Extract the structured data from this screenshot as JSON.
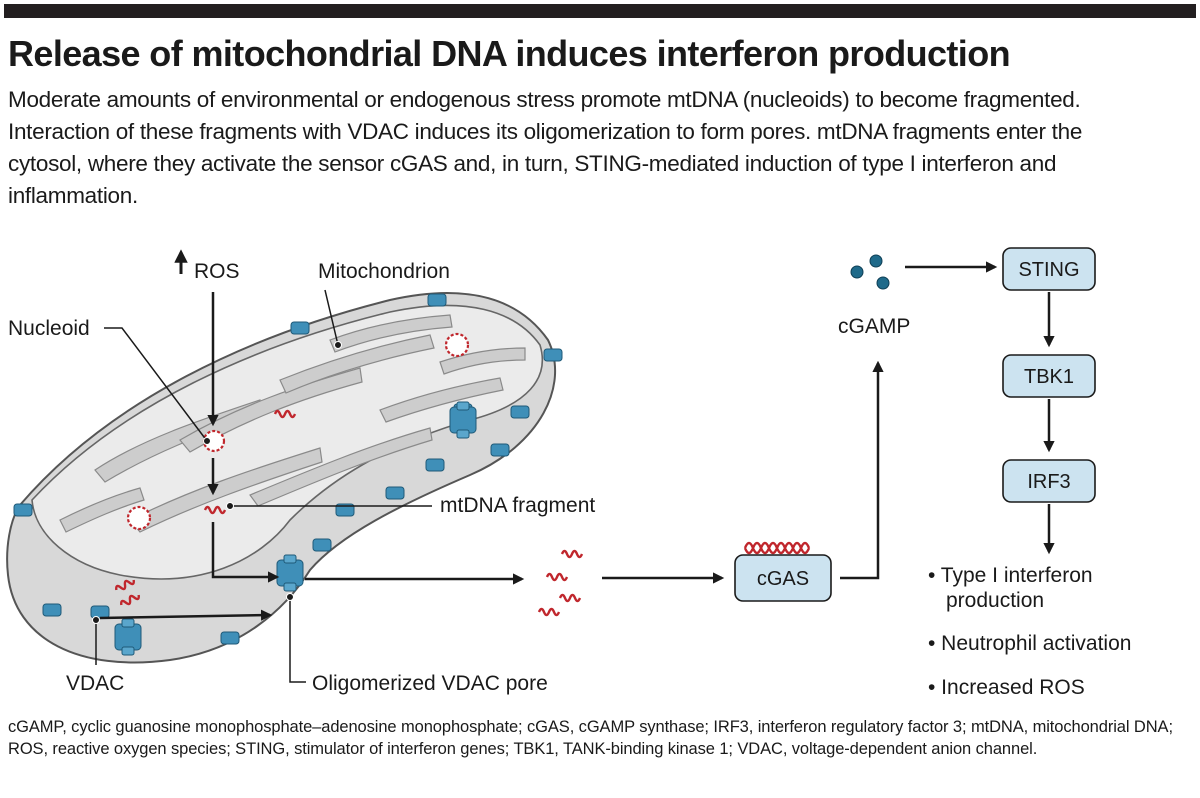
{
  "title": "Release of mitochondrial DNA induces interferon production",
  "subtitle": "Moderate amounts of environmental or endogenous stress promote mtDNA (nucleoids) to become fragmented. Interaction of these fragments with VDAC induces its oligomerization to form pores. mtDNA fragments enter the cytosol, where they activate the sensor cGAS and, in turn, STING-mediated induction of type I interferon and inflammation.",
  "labels": {
    "ros": "ROS",
    "mitochondrion": "Mitochondrion",
    "nucleoid": "Nucleoid",
    "mtdna_fragment": "mtDNA fragment",
    "vdac": "VDAC",
    "oligomerized_vdac_pore": "Oligomerized VDAC pore",
    "cgamp": "cGAMP",
    "cgas": "cGAS"
  },
  "pathway": [
    "STING",
    "TBK1",
    "IRF3"
  ],
  "outcomes": [
    "• Type I interferon",
    "production",
    "• Neutrophil activation",
    "• Increased ROS"
  ],
  "footer": "cGAMP, cyclic guanosine monophosphate–adenosine monophosphate; cGAS, cGAMP synthase; IRF3, interferon regulatory factor 3; mtDNA, mitochondrial DNA; ROS, reactive oxygen species; STING, stimulator of interferon genes; TBK1, TANK-binding kinase 1; VDAC, voltage-dependent anion channel.",
  "colors": {
    "box_fill": "#cce3f0",
    "vdac_blue": "#3f8fb8",
    "dna_red": "#c0272d",
    "membrane_gray": "#d8d8d8",
    "inner_gray": "#ebebeb",
    "text": "#1a1a1a"
  }
}
